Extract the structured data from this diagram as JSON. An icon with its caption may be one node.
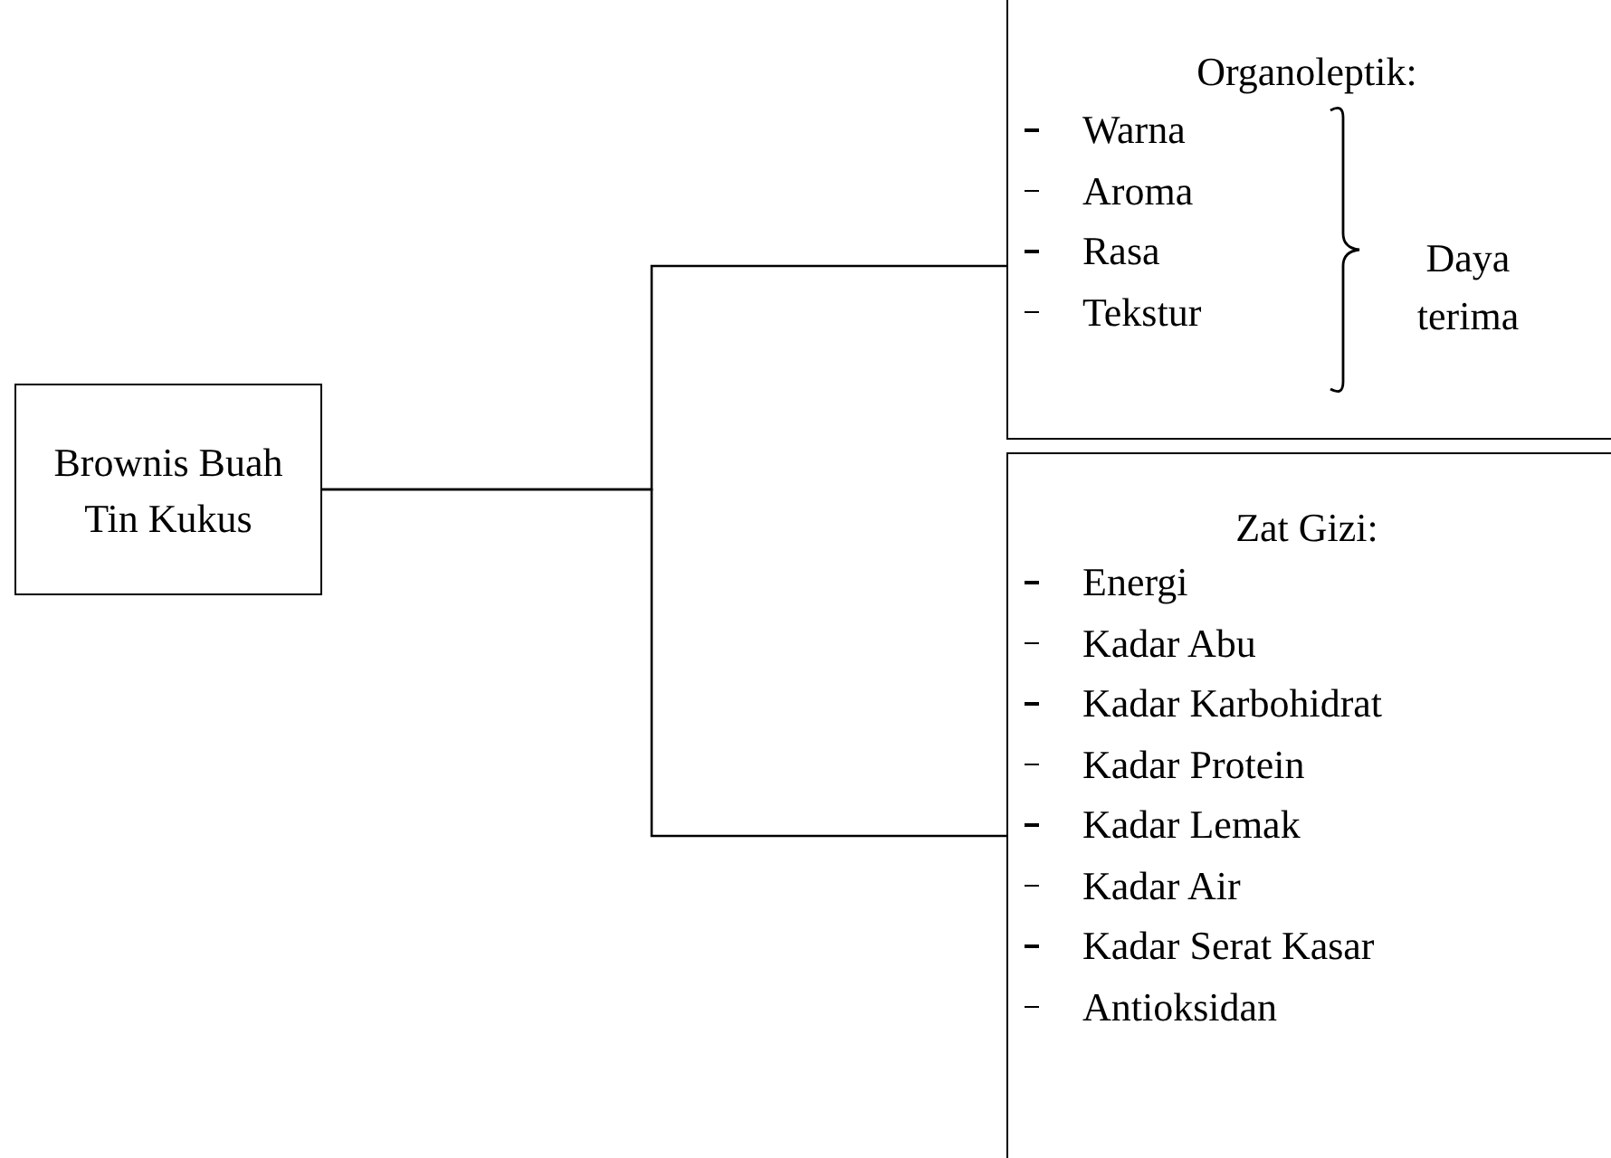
{
  "diagram": {
    "nodes": [
      {
        "text": [
          "Brownis Buah Tin Kukus"
        ]
      },
      {
        "text": [
          "Organoleptik:",
          "Warna",
          "Aroma",
          "Rasa",
          "Tekstur",
          "Daya terima"
        ]
      },
      {
        "text": [
          "Zat Gizi:",
          "Energi",
          "Kadar Abu",
          "Kadar Karbohidrat",
          "Kadar Protein",
          "Kadar Lemak",
          "Kadar Air",
          "Kadar Serat Kasar",
          "Antioksidan"
        ]
      }
    ],
    "edges": [
      {
        "from": 0,
        "to": 1,
        "arrow": "none"
      },
      {
        "from": 0,
        "to": 2,
        "arrow": "none"
      }
    ]
  }
}
